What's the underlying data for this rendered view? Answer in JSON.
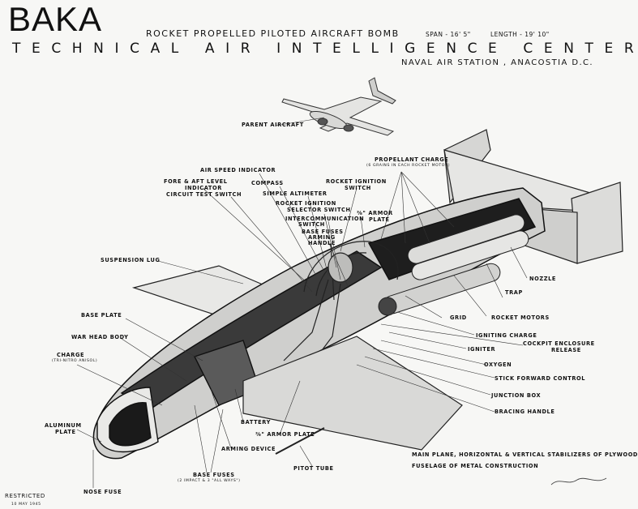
{
  "header": {
    "title": "BAKA",
    "subtitle": "ROCKET PROPELLED PILOTED AIRCRAFT BOMB",
    "span": "SPAN - 16' 5\"",
    "length": "LENGTH - 19' 10\"",
    "organization": "TECHNICAL AIR INTELLIGENCE CENTER",
    "station": "NAVAL AIR STATION , ANACOSTIA D.C."
  },
  "labels": {
    "parent_aircraft": "PARENT AIRCRAFT",
    "propellant_charge": "PROPELLANT CHARGE",
    "propellant_note": "(6 GRAINS IN EACH ROCKET MOTOR)",
    "air_speed_indicator": "AIR SPEED INDICATOR",
    "fore_aft_level_1": "FORE & AFT LEVEL",
    "fore_aft_level_2": "INDICATOR",
    "compass": "COMPASS",
    "rocket_ignition_switch_1": "ROCKET IGNITION",
    "rocket_ignition_switch_2": "SWITCH",
    "circuit_test_switch": "CIRCUIT TEST SWITCH",
    "simple_altimeter": "SIMPLE ALTIMETER",
    "rocket_ignition_selector_1": "ROCKET IGNITION",
    "rocket_ignition_selector_2": "SELECTOR SWITCH",
    "armor_plate_top_1": "⅜\" ARMOR",
    "armor_plate_top_2": "PLATE",
    "intercommunication_1": "INTERCOMMUNICATION",
    "intercommunication_2": "SWITCH",
    "base_fuses_arming_1": "BASE FUSES",
    "base_fuses_arming_2": "ARMING",
    "base_fuses_arming_3": "HANDLE",
    "suspension_lug": "SUSPENSION LUG",
    "nozzle": "NOZZLE",
    "trap": "TRAP",
    "base_plate": "BASE PLATE",
    "grid": "GRID",
    "rocket_motors": "ROCKET MOTORS",
    "war_head_body": "WAR HEAD BODY",
    "igniting_charge": "IGNITING CHARGE",
    "cockpit_enclosure_1": "COCKPIT ENCLOSURE",
    "cockpit_enclosure_2": "RELEASE",
    "charge": "CHARGE",
    "charge_note": "(TRI-NITRO ANISOL)",
    "igniter": "IGNITER",
    "oxygen": "OXYGEN",
    "stick_forward_control": "STICK FORWARD CONTROL",
    "junction_box": "JUNCTION BOX",
    "bracing_handle": "BRACING HANDLE",
    "aluminum_plate_1": "ALUMINUM",
    "aluminum_plate_2": "PLATE",
    "battery": "BATTERY",
    "armor_plate_low": "⅜\" ARMOR PLATE",
    "arming_device": "ARMING DEVICE",
    "base_fuses": "BASE FUSES",
    "base_fuses_note": "(2 IMPACT & 3 \"ALL WAYS\")",
    "pitot_tube": "PITOT TUBE",
    "nose_fuse": "NOSE FUSE"
  },
  "notes": {
    "line1": "MAIN PLANE, HORIZONTAL & VERTICAL STABILIZERS OF PLYWOOD",
    "line2": "FUSELAGE OF METAL CONSTRUCTION"
  },
  "footer": {
    "classification": "RESTRICTED",
    "date": "10 MAY 1945"
  },
  "colors": {
    "paper": "#f7f7f5",
    "ink": "#111111"
  }
}
